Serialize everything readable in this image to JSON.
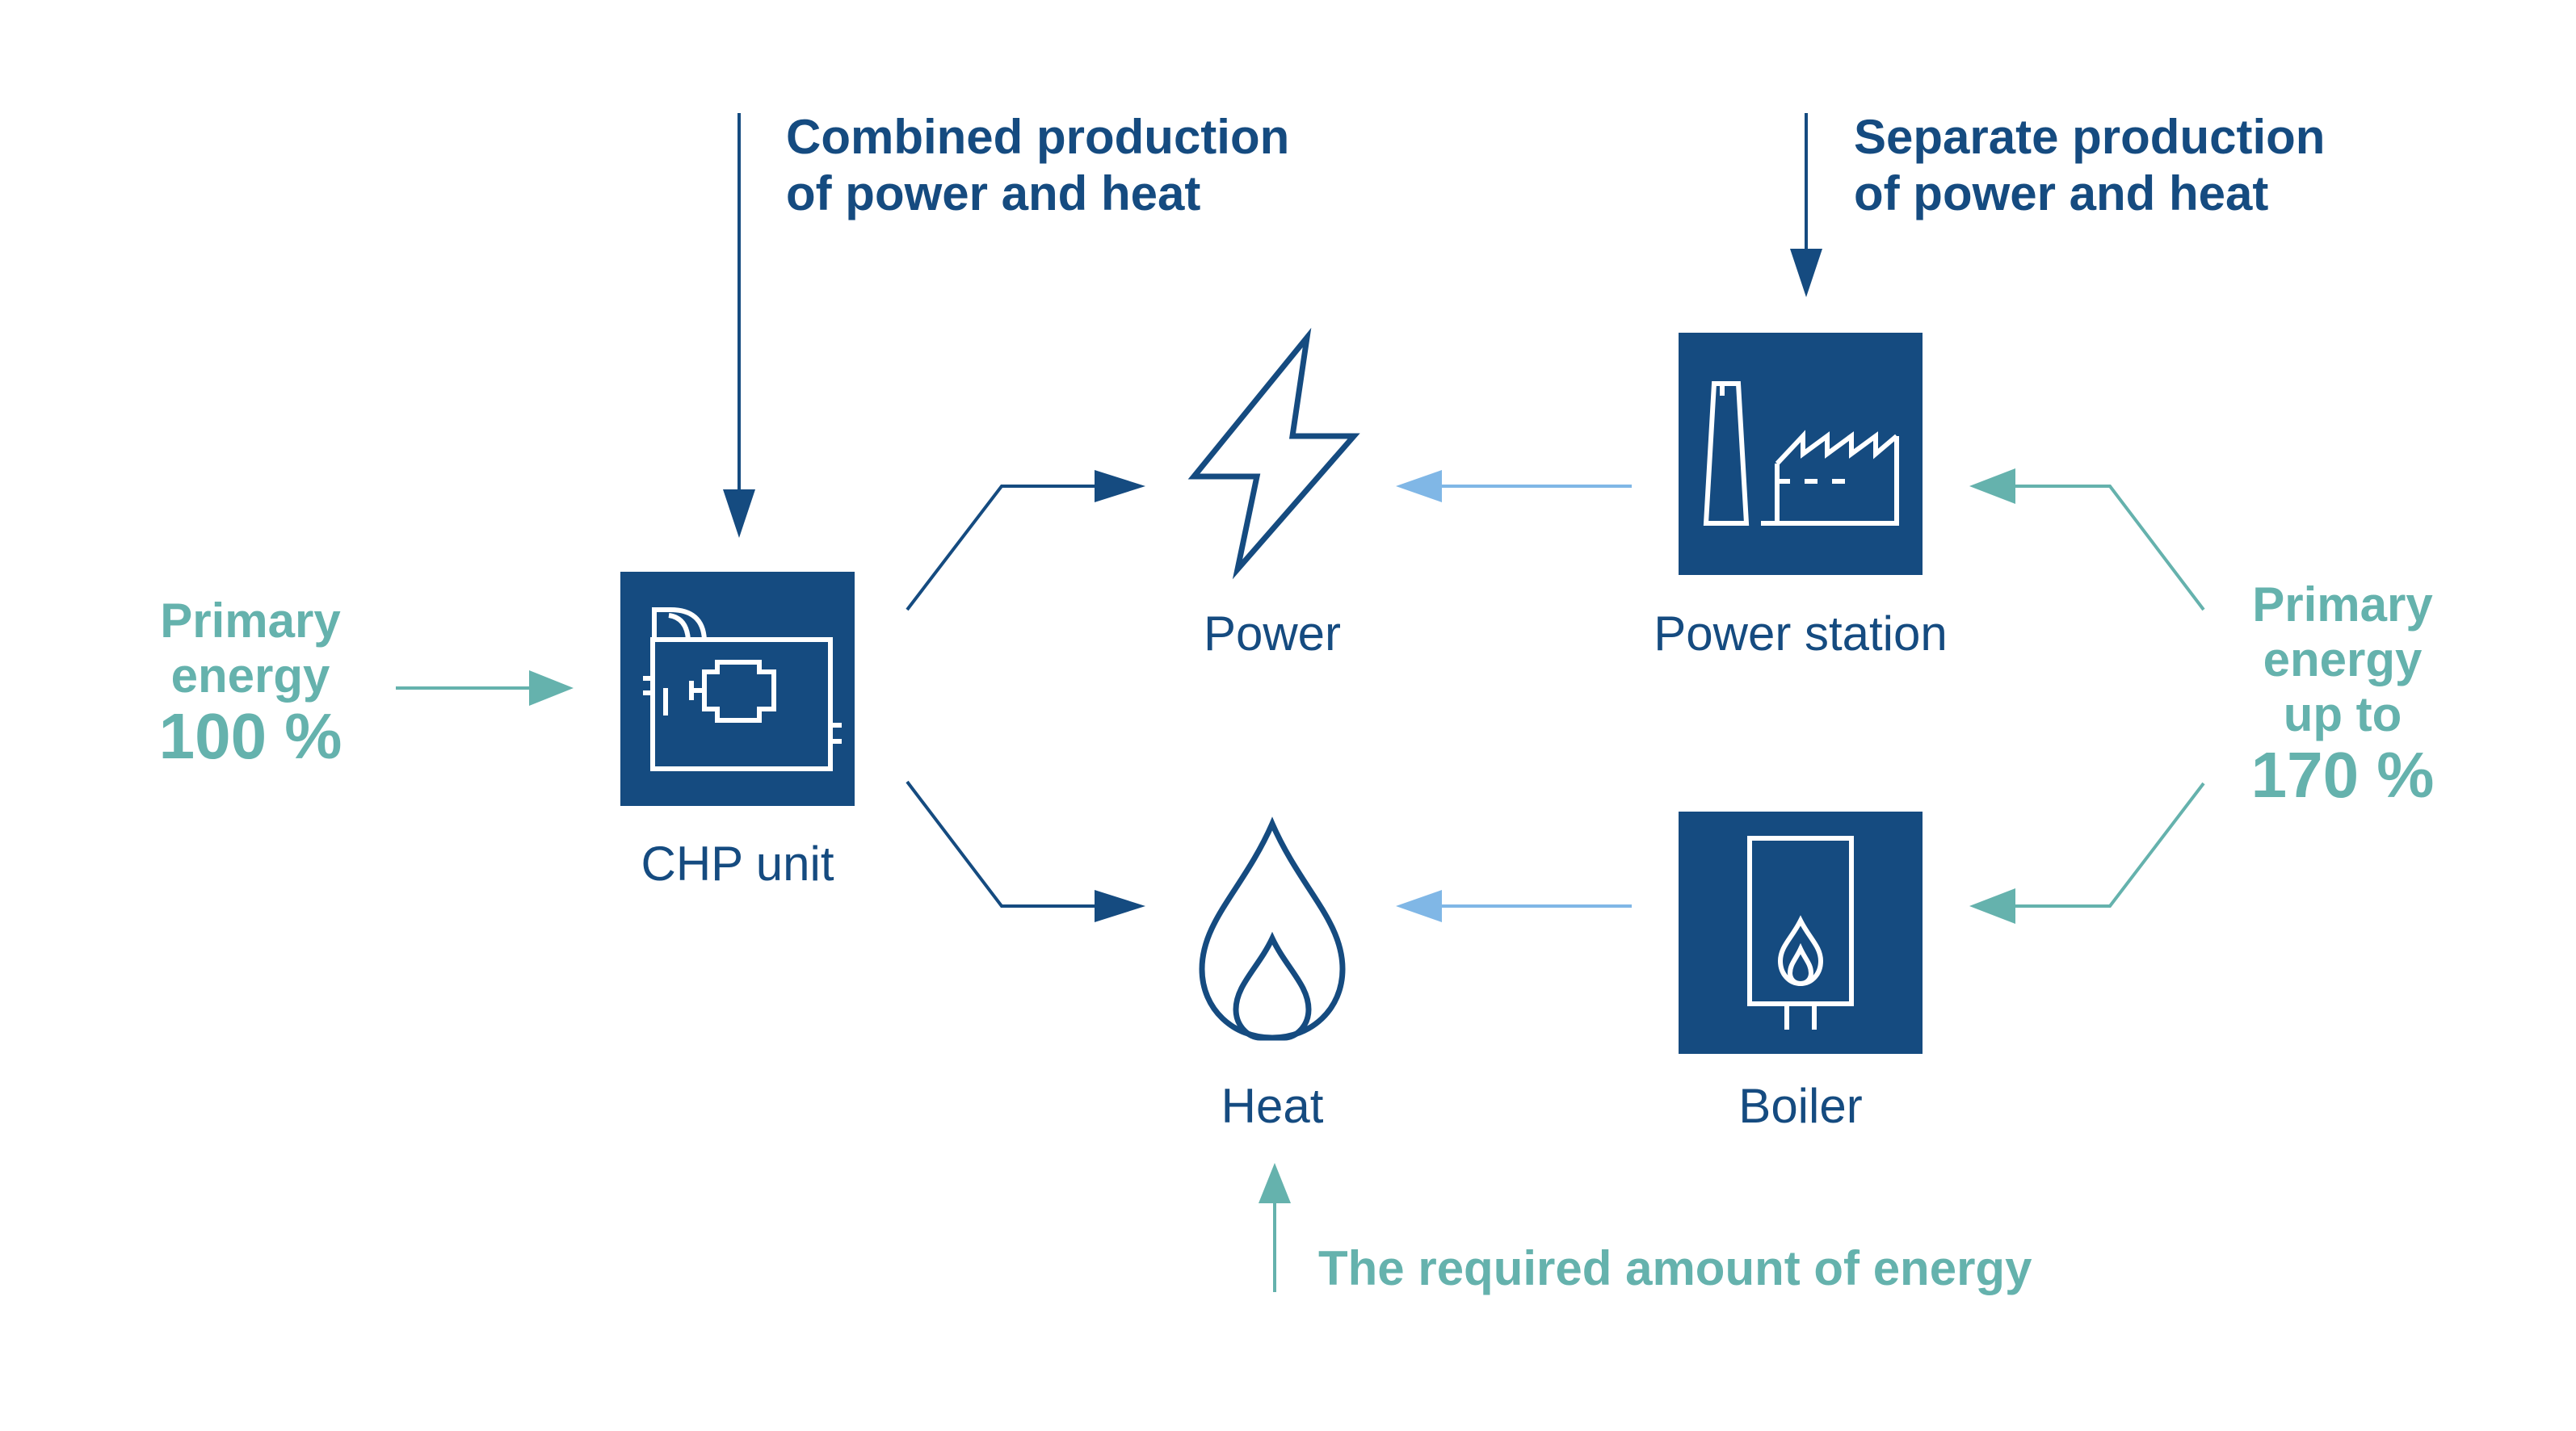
{
  "headings": {
    "combined": {
      "line1": "Combined production",
      "line2": "of power and heat"
    },
    "separate": {
      "line1": "Separate production",
      "line2": "of power and heat"
    }
  },
  "nodes": {
    "chp": "CHP unit",
    "power": "Power",
    "heat": "Heat",
    "power_station": "Power station",
    "boiler": "Boiler"
  },
  "primary_left": {
    "line1": "Primary",
    "line2": "energy",
    "value": "100 %"
  },
  "primary_right": {
    "line1": "Primary",
    "line2": "energy",
    "line3": "up to",
    "value": "170 %"
  },
  "required": "The required amount of energy",
  "colors": {
    "navy": "#154b80",
    "teal": "#65b2ad",
    "light_blue": "#80b7e6",
    "white": "#ffffff"
  },
  "icons": [
    "chp-engine-icon",
    "lightning-icon",
    "flame-icon",
    "factory-icon",
    "boiler-icon"
  ]
}
